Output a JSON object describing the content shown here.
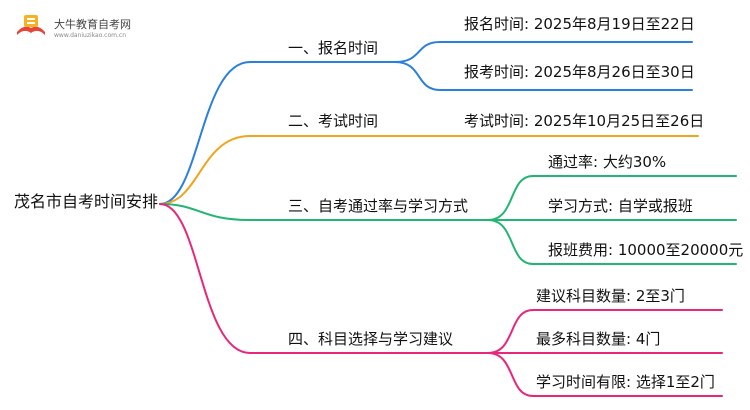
{
  "logo": {
    "name": "大牛教育自考网",
    "url": "www.daniuzikao.com.cn"
  },
  "root": "茂名市自考时间安排",
  "colors": {
    "blue": "#2b7fe0",
    "orange": "#f0a51c",
    "green": "#22b573",
    "pink": "#e8277a"
  },
  "branches": [
    {
      "label": "一、报名时间",
      "color": "blue",
      "leaves": [
        "报名时间: 2025年8月19日至22日",
        "报考时间: 2025年8月26日至30日"
      ]
    },
    {
      "label": "二、考试时间",
      "color": "orange",
      "leaves": [
        "考试时间: 2025年10月25日至26日"
      ]
    },
    {
      "label": "三、自考通过率与学习方式",
      "color": "green",
      "leaves": [
        "通过率: 大约30%",
        "学习方式: 自学或报班",
        "报班费用: 10000至20000元"
      ]
    },
    {
      "label": "四、科目选择与学习建议",
      "color": "pink",
      "leaves": [
        "建议科目数量: 2至3门",
        "最多科目数量: 4门",
        "学习时间有限: 选择1至2门"
      ]
    }
  ]
}
